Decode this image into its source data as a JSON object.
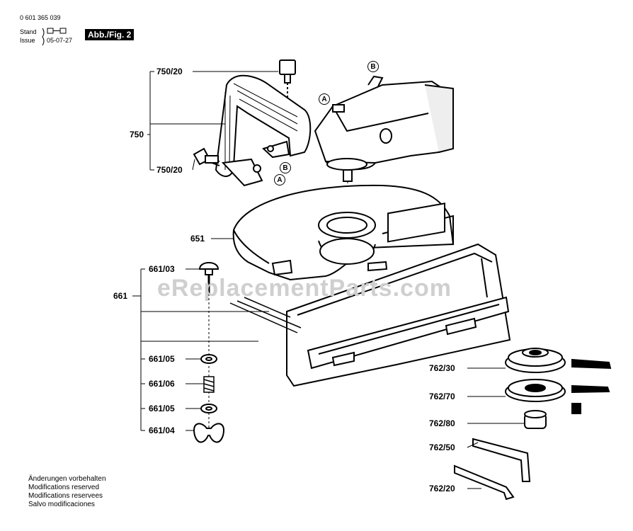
{
  "header": {
    "doc_number": "0 601 365 039",
    "stand_label": "Stand",
    "issue_label": "Issue",
    "date": "05-07-27",
    "figure_label": "Abb./Fig. 2"
  },
  "watermark": "eReplacementParts.com",
  "parts": {
    "p750_20_top": "750/20",
    "p750": "750",
    "p750_20_bottom": "750/20",
    "p651": "651",
    "p661_03": "661/03",
    "p661": "661",
    "p661_05_a": "661/05",
    "p661_06": "661/06",
    "p661_05_b": "661/05",
    "p661_04": "661/04",
    "p762_30": "762/30",
    "p762_70": "762/70",
    "p762_80": "762/80",
    "p762_50": "762/50",
    "p762_20": "762/20"
  },
  "callouts": {
    "a_handle": "A",
    "b_handle": "B",
    "a_grinder": "A",
    "b_grinder": "B"
  },
  "footer": {
    "line1": "Änderungen vorbehalten",
    "line2": "Modifications reserved",
    "line3": "Modifications reservees",
    "line4": "Salvo modificaciones"
  }
}
